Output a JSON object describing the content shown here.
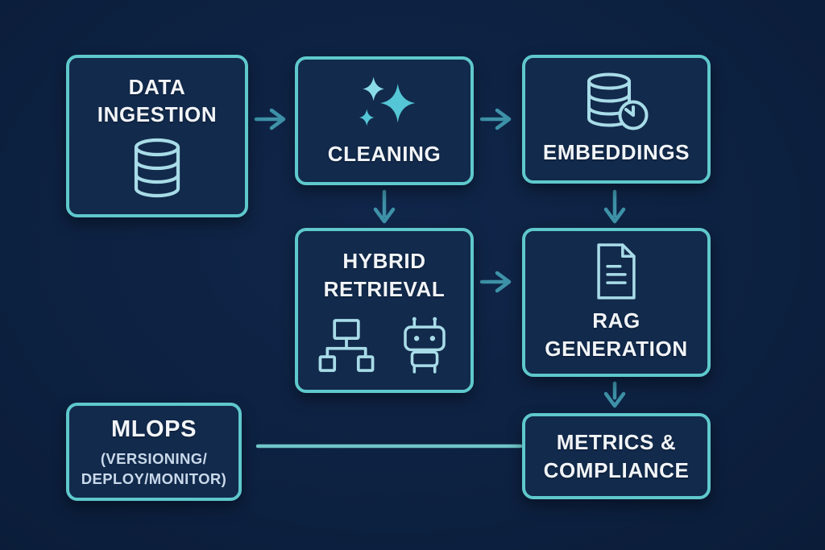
{
  "nodes": {
    "data_ingestion": {
      "line1": "DATA",
      "line2": "INGESTION",
      "icon": "database-icon"
    },
    "cleaning": {
      "line1": "CLEANING",
      "icon": "sparkles-icon"
    },
    "embeddings": {
      "line1": "EMBEDDINGS",
      "icon": "database-clock-icon"
    },
    "hybrid_retrieval": {
      "line1": "HYBRID",
      "line2": "RETRIEVAL",
      "icons": [
        "tree-diagram-icon",
        "robot-icon"
      ]
    },
    "rag_generation": {
      "line1": "RAG",
      "line2": "GENERATION",
      "icon": "document-icon"
    },
    "metrics_compliance": {
      "line1": "METRICS &",
      "line2": "COMPLIANCE"
    },
    "mlops": {
      "line1": "MLOPS",
      "sub1": "(VERSIONING/",
      "sub2": "DEPLOY/MONITOR)"
    }
  },
  "edges": [
    {
      "from": "data_ingestion",
      "to": "cleaning",
      "style": "arrow-right"
    },
    {
      "from": "cleaning",
      "to": "embeddings",
      "style": "arrow-right"
    },
    {
      "from": "cleaning",
      "to": "hybrid_retrieval",
      "style": "arrow-down"
    },
    {
      "from": "embeddings",
      "to": "rag_generation",
      "style": "arrow-down"
    },
    {
      "from": "hybrid_retrieval",
      "to": "rag_generation",
      "style": "arrow-right"
    },
    {
      "from": "rag_generation",
      "to": "metrics_compliance",
      "style": "arrow-down"
    },
    {
      "from": "mlops",
      "to": "metrics_compliance",
      "style": "plain-line"
    }
  ],
  "colors": {
    "background": "#0d2141",
    "node_fill": "#122a4c",
    "node_border": "#5fc8cc",
    "arrow": "#3e92a8",
    "connector_line": "#6fc6c9",
    "label_text": "#f2f5f8",
    "sub_text": "#c9d9ea",
    "icon_stroke": "#a8dce8",
    "sparkle_fill": "#55c6d6",
    "sparkle_fill_light": "#8adbe8"
  }
}
